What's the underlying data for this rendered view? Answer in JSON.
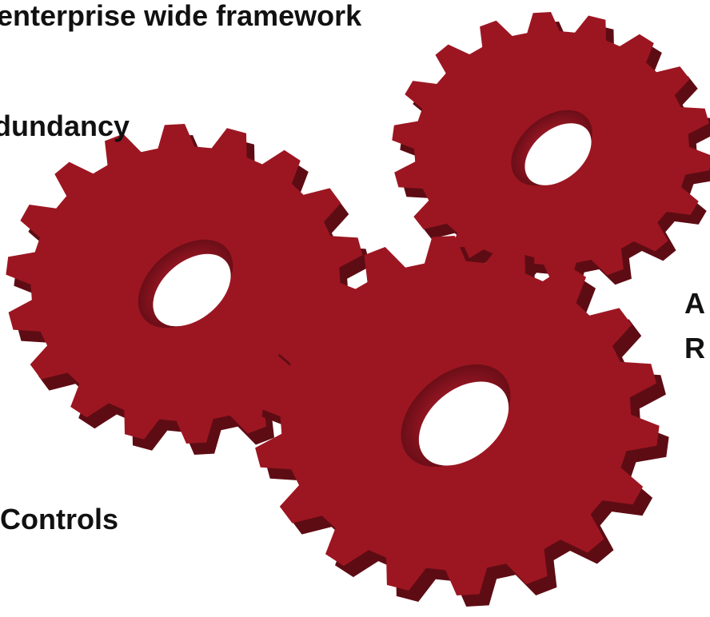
{
  "labels": {
    "top": "enterprise wide framework",
    "left_middle": "dundancy",
    "right_a": "A",
    "right_r": "R",
    "bottom_left": "Controls"
  },
  "gears": [
    {
      "name": "left-gear",
      "color": "#9c1621",
      "shade": "#5e0c14",
      "teeth": 18
    },
    {
      "name": "top-right-gear",
      "color": "#9c1621",
      "shade": "#5e0c14",
      "teeth": 18
    },
    {
      "name": "bottom-center-gear",
      "color": "#9c1621",
      "shade": "#5e0c14",
      "teeth": 18
    }
  ]
}
